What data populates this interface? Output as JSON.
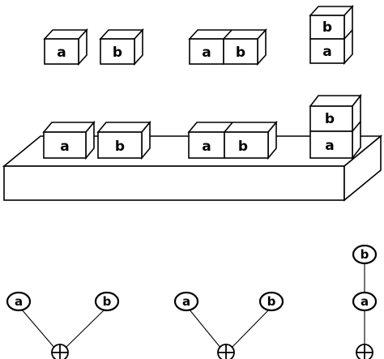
{
  "block_labels": {
    "a": "a",
    "b": "b"
  },
  "free_blocks": {
    "separate": [
      "a",
      "b"
    ],
    "adjacent": [
      "a",
      "b"
    ],
    "stacked": [
      "b",
      "a"
    ]
  },
  "table_blocks": {
    "separate": [
      "a",
      "b"
    ],
    "adjacent": [
      "a",
      "b"
    ],
    "stacked": [
      "b",
      "a"
    ]
  },
  "trees": [
    {
      "left": "a",
      "right": "b"
    },
    {
      "left": "a",
      "right": "b"
    },
    {
      "chain": [
        "b",
        "a"
      ]
    }
  ],
  "colors": {
    "line": "#000000",
    "background": "#ffffff"
  }
}
